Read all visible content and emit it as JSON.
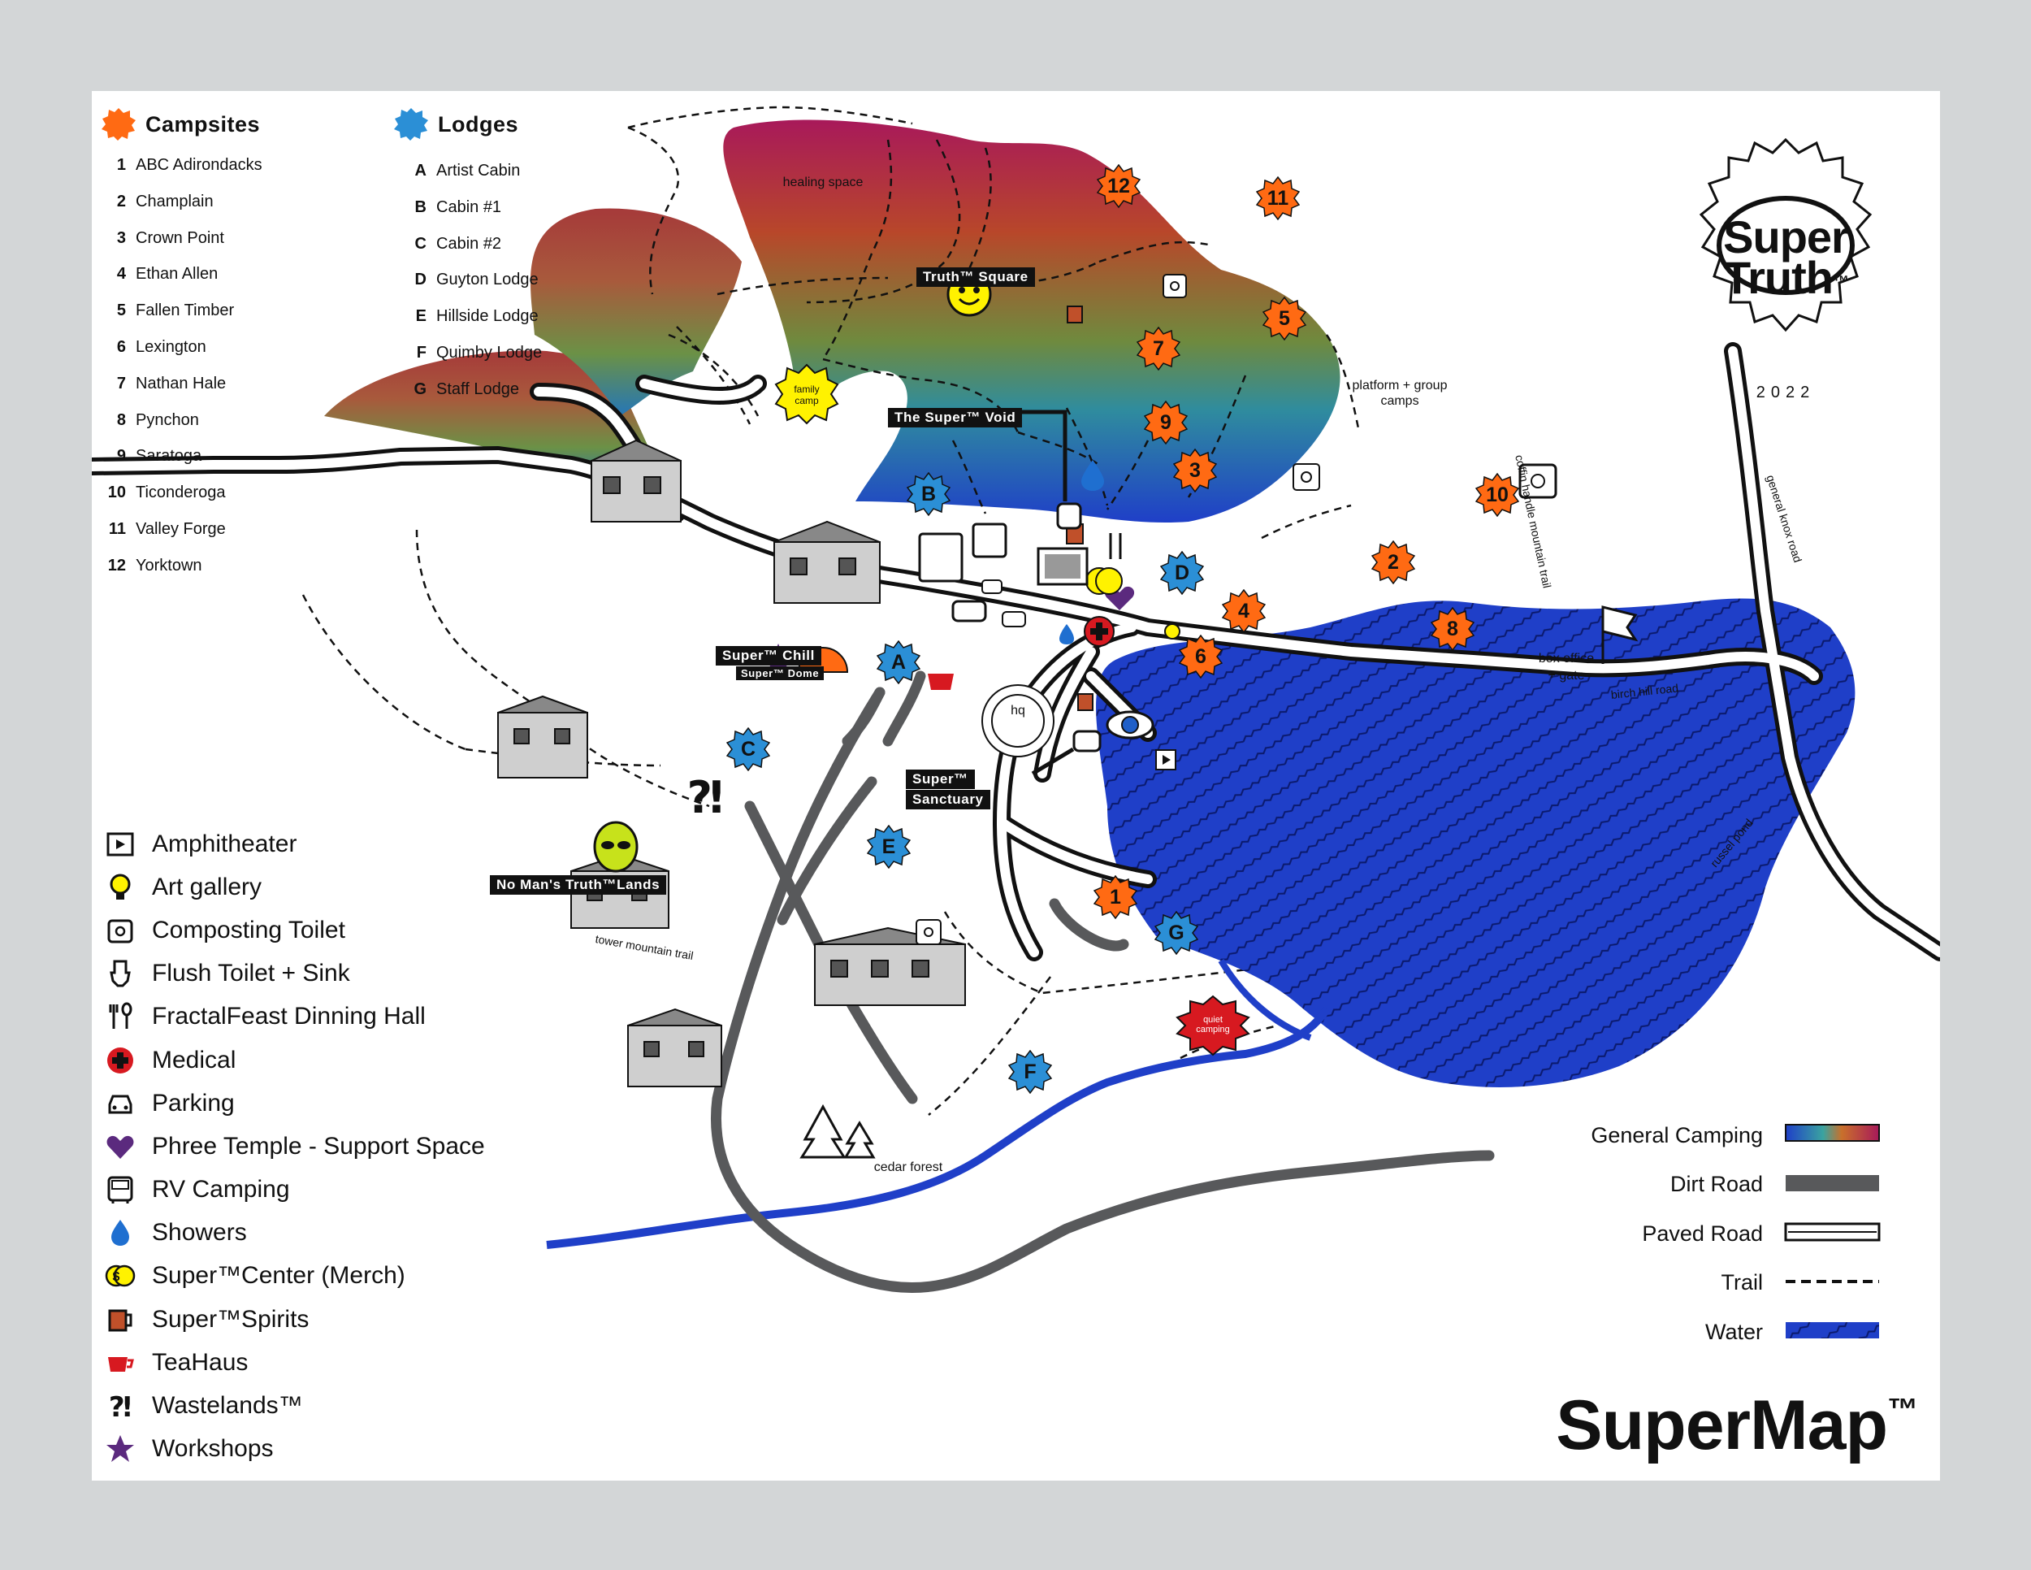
{
  "campsites": {
    "title": "Campsites",
    "color": "#ff6a13",
    "items": [
      {
        "key": "1",
        "name": "ABC Adirondacks"
      },
      {
        "key": "2",
        "name": "Champlain"
      },
      {
        "key": "3",
        "name": "Crown Point"
      },
      {
        "key": "4",
        "name": "Ethan Allen"
      },
      {
        "key": "5",
        "name": "Fallen Timber"
      },
      {
        "key": "6",
        "name": "Lexington"
      },
      {
        "key": "7",
        "name": "Nathan Hale"
      },
      {
        "key": "8",
        "name": "Pynchon"
      },
      {
        "key": "9",
        "name": "Saratoga"
      },
      {
        "key": "10",
        "name": "Ticonderoga"
      },
      {
        "key": "11",
        "name": "Valley Forge"
      },
      {
        "key": "12",
        "name": "Yorktown"
      }
    ]
  },
  "lodges": {
    "title": "Lodges",
    "color": "#2b8fd6",
    "items": [
      {
        "key": "A",
        "name": "Artist Cabin"
      },
      {
        "key": "B",
        "name": "Cabin #1"
      },
      {
        "key": "C",
        "name": "Cabin #2"
      },
      {
        "key": "D",
        "name": "Guyton Lodge"
      },
      {
        "key": "E",
        "name": "Hillside Lodge"
      },
      {
        "key": "F",
        "name": "Quimby Lodge"
      },
      {
        "key": "G",
        "name": "Staff Lodge"
      }
    ]
  },
  "amenities": [
    {
      "icon": "amphitheater-icon",
      "label": "Amphitheater"
    },
    {
      "icon": "lightbulb-icon",
      "label": "Art gallery"
    },
    {
      "icon": "toilet-roll-icon",
      "label": "Composting Toilet"
    },
    {
      "icon": "flush-toilet-icon",
      "label": "Flush Toilet + Sink"
    },
    {
      "icon": "fork-spoon-icon",
      "label": "FractalFeast Dinning Hall"
    },
    {
      "icon": "medical-cross-icon",
      "label": "Medical"
    },
    {
      "icon": "car-icon",
      "label": "Parking"
    },
    {
      "icon": "heart-icon",
      "label": "Phree Temple - Support Space"
    },
    {
      "icon": "bus-icon",
      "label": "RV Camping"
    },
    {
      "icon": "droplet-icon",
      "label": "Showers"
    },
    {
      "icon": "coins-icon",
      "label": "Super™Center (Merch)"
    },
    {
      "icon": "mug-icon",
      "label": "Super™Spirits"
    },
    {
      "icon": "teacup-icon",
      "label": "TeaHaus"
    },
    {
      "icon": "interrobang-icon",
      "label": "Wastelands™"
    },
    {
      "icon": "star-icon",
      "label": "Workshops"
    }
  ],
  "map_key": [
    {
      "label": "General Camping",
      "kind": "gradient"
    },
    {
      "label": "Dirt Road",
      "kind": "dirt"
    },
    {
      "label": "Paved Road",
      "kind": "paved"
    },
    {
      "label": "Trail",
      "kind": "trail"
    },
    {
      "label": "Water",
      "kind": "water"
    }
  ],
  "colors": {
    "camping_top": "#a8195a",
    "camping_mid": "#d45a1f",
    "camping_green": "#5a9a4e",
    "camping_bottom": "#1f3fc8",
    "water": "#1f3fc8",
    "dirt_road": "#58595b",
    "medical": "#d71920",
    "heart": "#5b2a7e",
    "smiley": "#fff200",
    "alien": "#c7e21b",
    "quiet": "#d71920"
  },
  "brand": {
    "stamp_line1": "Super",
    "stamp_line2": "Truth",
    "stamp_tm": "™",
    "year": "2022",
    "title": "SuperMap",
    "title_tm": "™"
  },
  "places": {
    "healing_space": "healing space",
    "truth_square": "Truth™ Square",
    "super_void": "The Super™ Void",
    "family_camp": "family camp",
    "platform_group": "platform + group camps",
    "super_chill": "Super™ Chill",
    "super_dome": "Super™ Dome",
    "super_sanctuary_1": "Super™",
    "super_sanctuary_2": "Sanctuary",
    "hq": "hq",
    "no_mans": "No Man's Truth™Lands",
    "quiet_camping": "quiet camping",
    "cedar_forest": "cedar forest",
    "box_office": "box office + gate"
  },
  "roads": {
    "tower_mountain_trail": "tower mountain trail",
    "birch_hill_road": "birch hill road",
    "russel_pond": "russel pond",
    "general_knox_road": "general knox road",
    "coffin_handle_mountain_trail": "coffin handle mountain trail"
  },
  "map_pins": {
    "campsites": [
      "1",
      "2",
      "3",
      "4",
      "5",
      "6",
      "7",
      "8",
      "9",
      "10",
      "11",
      "12"
    ],
    "lodges": [
      "A",
      "B",
      "C",
      "D",
      "E",
      "F",
      "G"
    ]
  }
}
